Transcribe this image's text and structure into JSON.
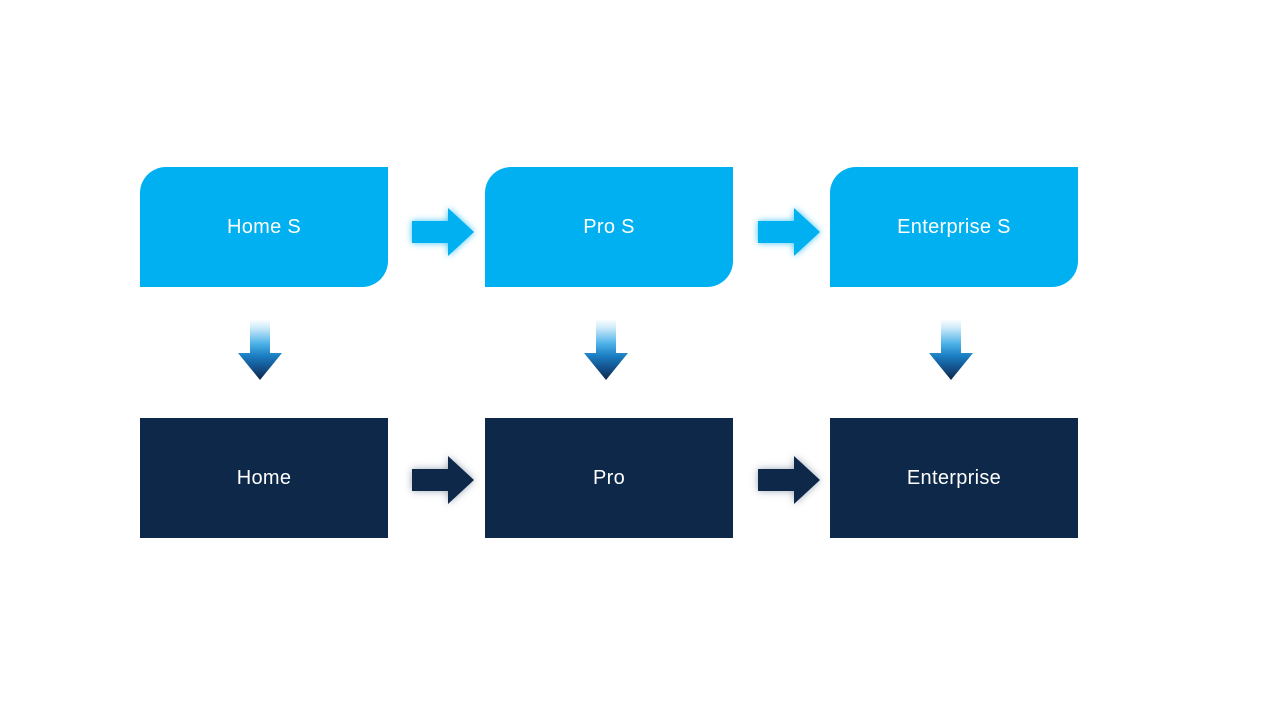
{
  "colors": {
    "light_blue": "#00B0F0",
    "dark_navy": "#0D2848",
    "text": "#FFFFFF",
    "background": "#FFFFFF"
  },
  "diagram": {
    "top_row": [
      {
        "label": "Home S"
      },
      {
        "label": "Pro S"
      },
      {
        "label": "Enterprise S"
      }
    ],
    "bottom_row": [
      {
        "label": "Home"
      },
      {
        "label": "Pro"
      },
      {
        "label": "Enterprise"
      }
    ]
  }
}
